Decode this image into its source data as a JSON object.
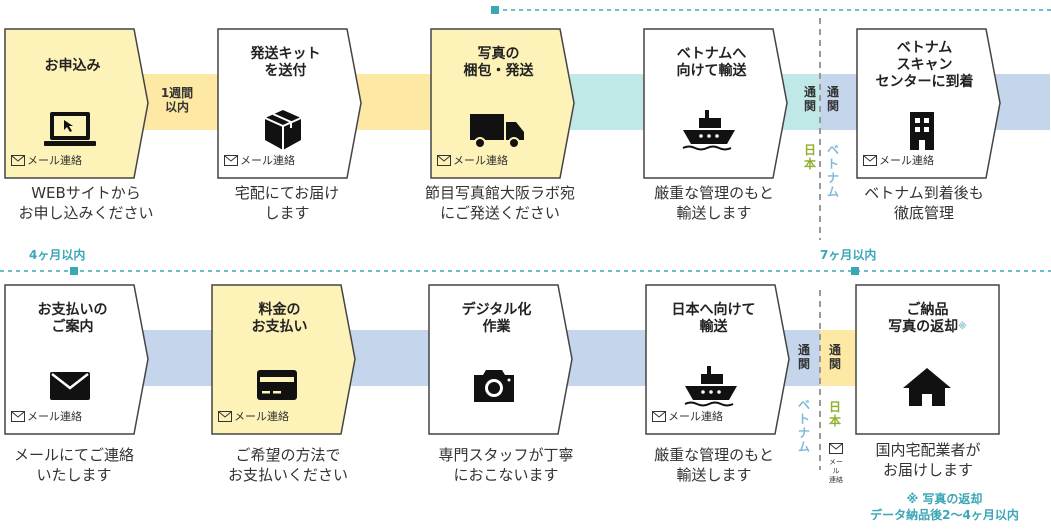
{
  "colors": {
    "yellow": "#fdf3b8",
    "yellow_band": "#fde9a3",
    "teal": "#bfe8e6",
    "blue": "#c4d5ec",
    "white": "#ffffff",
    "accent": "#3aa6b7",
    "green": "#8fb02c",
    "gray": "#999999"
  },
  "row1": {
    "cards": [
      {
        "title": "お申込み",
        "icon": "laptop-icon",
        "mail": "メール連絡",
        "desc": "WEBサイトから\nお申し込みください"
      },
      {
        "title": "発送キット\nを送付",
        "icon": "box-icon",
        "mail": "メール連絡",
        "desc": "宅配にてお届け\nします"
      },
      {
        "title": "写真の\n梱包・発送",
        "icon": "truck-icon",
        "mail": "メール連絡",
        "desc": "節目写真館大阪ラボ宛\nにご発送ください"
      },
      {
        "title": "ベトナムへ\n向けて輸送",
        "icon": "ship-icon",
        "mail": "",
        "desc": "厳重な管理のもと\n輸送します"
      },
      {
        "title": "ベトナム\nスキャン\nセンターに到着",
        "icon": "building-icon",
        "mail": "メール連絡",
        "desc": "ベトナム到着後も\n徹底管理"
      }
    ],
    "step_label": "1週間\n以内",
    "customs_left": "通関",
    "customs_right": "通関",
    "country_left": "日本",
    "country_right": "ベトナム"
  },
  "row2": {
    "cards": [
      {
        "title": "お支払いの\nご案内",
        "icon": "envelope-icon",
        "mail": "メール連絡",
        "desc": "メールにてご連絡\nいたします"
      },
      {
        "title": "料金の\nお支払い",
        "icon": "credit-card-icon",
        "mail": "メール連絡",
        "desc": "ご希望の方法で\nお支払いください"
      },
      {
        "title": "デジタル化\n作業",
        "icon": "camera-icon",
        "mail": "",
        "desc": "専門スタッフが丁寧\nにおこないます"
      },
      {
        "title": "日本へ向けて\n輸送",
        "icon": "ship-icon",
        "mail": "メール連絡",
        "desc": "厳重な管理のもと\n輸送します"
      },
      {
        "title": "ご納品\n写真の返却",
        "icon": "house-icon",
        "mail": "",
        "desc": "国内宅配業者が\nお届けします"
      }
    ],
    "title_mark": "※",
    "customs_left": "通関",
    "customs_right": "通関",
    "country_left": "ベトナム",
    "country_right": "日本",
    "mail_small": "メール\n連絡"
  },
  "periods": {
    "four_months": "4ヶ月以内",
    "seven_months": "7ヶ月以内"
  },
  "note": {
    "line1": "※ 写真の返却",
    "line2": "データ納品後2〜4ヶ月以内"
  }
}
